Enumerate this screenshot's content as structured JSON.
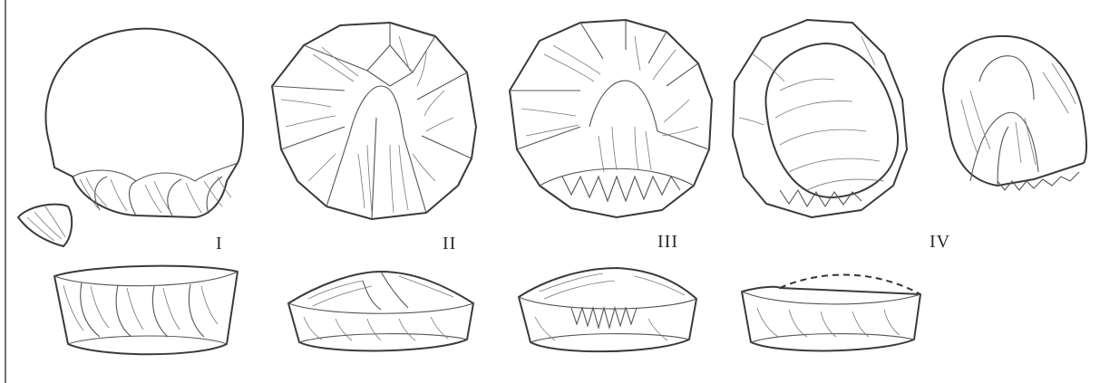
{
  "figure": {
    "stages": [
      {
        "label": "I"
      },
      {
        "label": "II"
      },
      {
        "label": "III"
      },
      {
        "label": "IV"
      }
    ]
  }
}
